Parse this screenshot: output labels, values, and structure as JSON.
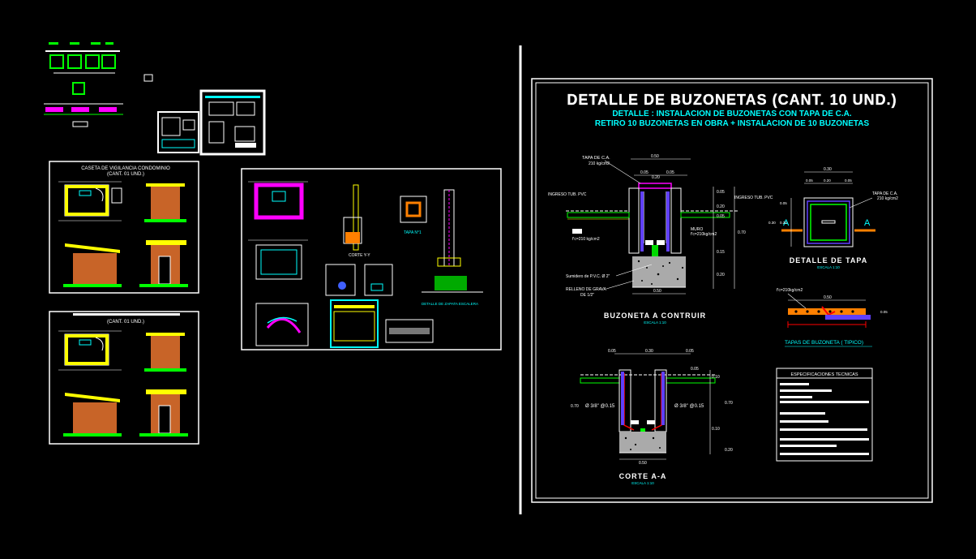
{
  "sheet": {
    "title": "DETALLE DE  BUZONETAS (CANT. 10 UND.)",
    "subtitle_1": "DETALLE : INSTALACION DE BUZONETAS CON TAPA DE C.A.",
    "subtitle_2": "RETIRO 10 BUZONETAS EN OBRA + INSTALACION DE 10 BUZONETAS"
  },
  "section_buzoneta": {
    "title": "BUZONETA A CONTRUIR",
    "scale": "ESCALA   1:10",
    "label_tapa": "TAPA DE C.A.",
    "label_tapa_fc": "210 kg/cm2",
    "label_ingreso_left": "INGRESO TUB. PVC",
    "label_ingreso_right": "INGRESO TUB. PVC",
    "label_muro": "MURO",
    "label_muro_fc": "f'c=210kg/cm2",
    "label_fc_left": "f'c=210 kg/cm2",
    "label_sumidero": "Sumidero de P.V.C. Ø 2\"",
    "label_relleno_1": "RELLENO DE GRAVA",
    "label_relleno_2": "DE 1/2\"",
    "dims_top": [
      "0.50",
      "0.05",
      "0.05",
      "0.20"
    ],
    "dims_right": [
      "0.05",
      "0.20",
      "0.05",
      "0.15",
      "0.70",
      "0.20"
    ],
    "dim_bottom": "0.50"
  },
  "section_tapa": {
    "title": "DETALLE DE TAPA",
    "scale": "ESCALA   1:10",
    "label_tapa": "TAPA DE C.A.",
    "label_tapa_fc": "210 kg/cm2",
    "marker": "A",
    "dims_top": [
      "0.30",
      "0.05",
      "0.20",
      "0.05"
    ],
    "dims_left": [
      "0.05",
      "0.20",
      "0.30"
    ]
  },
  "section_tapas_tipico": {
    "title": "TAPAS DE BUZONETA ( TIPICO)",
    "label_fc": "f'c=210kg/cm2",
    "dim": "0.50",
    "dim_side": "0.05"
  },
  "section_corte": {
    "title": "CORTE A-A",
    "scale": "ESCALA   1:10",
    "rebar_left": "Ø 3/8\" @0.15",
    "rebar_right": "Ø 3/8\" @0.15",
    "dims_top": [
      "0.05",
      "0.30",
      "0.05",
      "0.05"
    ],
    "dims_right": [
      "0.10",
      "0.70",
      "0.10",
      "0.20"
    ],
    "dim_left": "0.70",
    "dim_bottom": "0.50"
  },
  "specs": {
    "title": "ESPECIFICACIONES TECNICAS"
  },
  "caseta_1": {
    "title_1": "CASETA DE VIGILANCIA CONDOMINIO",
    "title_2": "(CANT. 01 UND.)"
  },
  "caseta_2": {
    "title_1": "(CANT. 01 UND.)"
  },
  "middle_panel": {
    "label_tapa": "TAPA N°1",
    "label_corte": "CORTE Y-Y",
    "label_detalle": "DETALLE DE ZAPATA ESCALERA"
  },
  "colors": {
    "background": "#000000",
    "line": "#ffffff",
    "cyan": "#00ffff",
    "yellow": "#ffff00",
    "green": "#00ff00",
    "magenta": "#ff00ff",
    "orange": "#ff8000",
    "brick": "#c86428",
    "red": "#ff0000",
    "blue": "#4060ff"
  }
}
